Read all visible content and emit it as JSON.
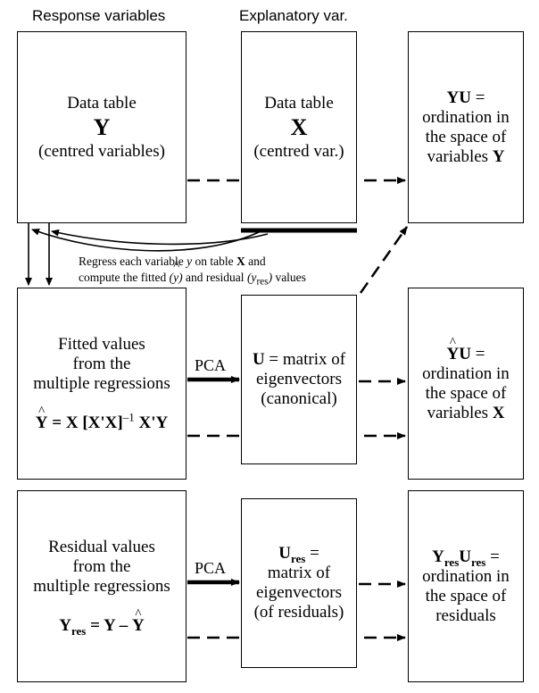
{
  "headers": {
    "response": "Response variables",
    "explanatory": "Explanatory var."
  },
  "box_y": {
    "line1": "Data table",
    "symbol": "Y",
    "line3": "(centred variables)"
  },
  "box_x": {
    "line1": "Data table",
    "symbol": "X",
    "line3": "(centred var.)"
  },
  "box_yu": {
    "symbol": "YU",
    "eq": "=",
    "line2": "ordination in",
    "line3": "the space of",
    "line4a": "variables",
    "line4b": "Y"
  },
  "regress_note": {
    "line1a": "Regress each variable",
    "y1": "y",
    "line1b": "on table",
    "x1": "X",
    "line1c": "and",
    "line2a": "compute the fitted",
    "fitted": "(y)",
    "line2b": "and residual",
    "resid_open": "(y",
    "resid_sub": "res",
    "resid_close": ")",
    "line2c": "values"
  },
  "box_fitted": {
    "line1": "Fitted values",
    "line2": "from the",
    "line3": "multiple regressions",
    "eq_yhat": "Y",
    "eq_rest1": " = X [X'X]",
    "eq_sup": "–1",
    "eq_rest2": " X'Y"
  },
  "pca_label_1": "PCA",
  "box_u": {
    "symbol": "U",
    "line1b": " = matrix of",
    "line2": "eigenvectors",
    "line3": "(canonical)"
  },
  "box_yhatu": {
    "symbol_y": "Y",
    "symbol_u": "U",
    "eq": "=",
    "line2": "ordination in",
    "line3": "the space of",
    "line4a": "variables",
    "line4b": "X"
  },
  "box_resid": {
    "line1": "Residual values",
    "line2": "from the",
    "line3": "multiple regressions",
    "eq_y": "Y",
    "eq_sub": "res",
    "eq_mid": " = Y – ",
    "eq_yhat": "Y"
  },
  "pca_label_2": "PCA",
  "box_ures": {
    "symbol": "U",
    "sub": "res",
    "eq": " =",
    "line2": "matrix of",
    "line3": "eigenvectors",
    "line4": "(of residuals)"
  },
  "box_yresures": {
    "y": "Y",
    "y_sub": "res",
    "u": "U",
    "u_sub": "res",
    "eq": " =",
    "line2": "ordination in",
    "line3": "the space of",
    "line4": "residuals"
  }
}
